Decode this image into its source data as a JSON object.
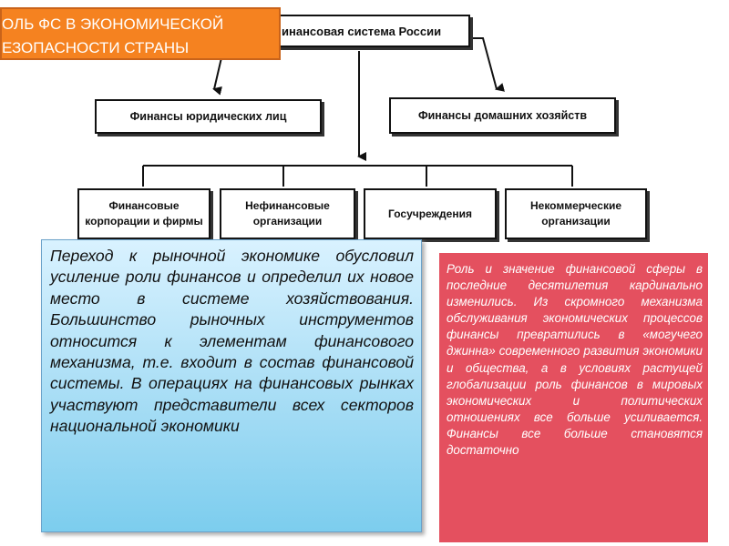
{
  "title_banner": {
    "line1": "ОЛЬ ФС В ЭКОНОМИЧЕСКОЙ",
    "line2": "ЕЗОПАСНОСТИ СТРАНЫ"
  },
  "diagram": {
    "root": "инансовая система России",
    "level1": [
      "Финансы юридических лиц",
      "Финансы домашних хозяйств"
    ],
    "level2": [
      [
        "Финансовые",
        "корпорации и фирмы"
      ],
      [
        "Нефинансовые",
        "организации"
      ],
      [
        "Госучреждения"
      ],
      [
        "Некоммерческие",
        "организации"
      ]
    ]
  },
  "left_card": {
    "text": "Переход к рыночной экономике обусловил усиление роли финансов и определил их новое место в системе хозяйствования. Большинство рыночных инструментов относится к элементам финансового механизма, т.е. входит в состав финансовой системы. В операциях на финансовых рынках участвуют представители всех секторов национальной экономики"
  },
  "right_card": {
    "text": "Роль и значение финансовой сферы в последние десятилетия кардинально изменились. Из скромного механизма обслуживания экономических процессов финансы превратились в «могучего джинна» современного развития экономики и общества, а в условиях растущей глобализации роль финансов в мировых экономических и политических отношениях все больше усиливается. Финансы все больше становятся достаточно"
  },
  "colors": {
    "banner": "#f58220",
    "right_card": "#e4505f",
    "left_card": "#a7ddf5"
  }
}
